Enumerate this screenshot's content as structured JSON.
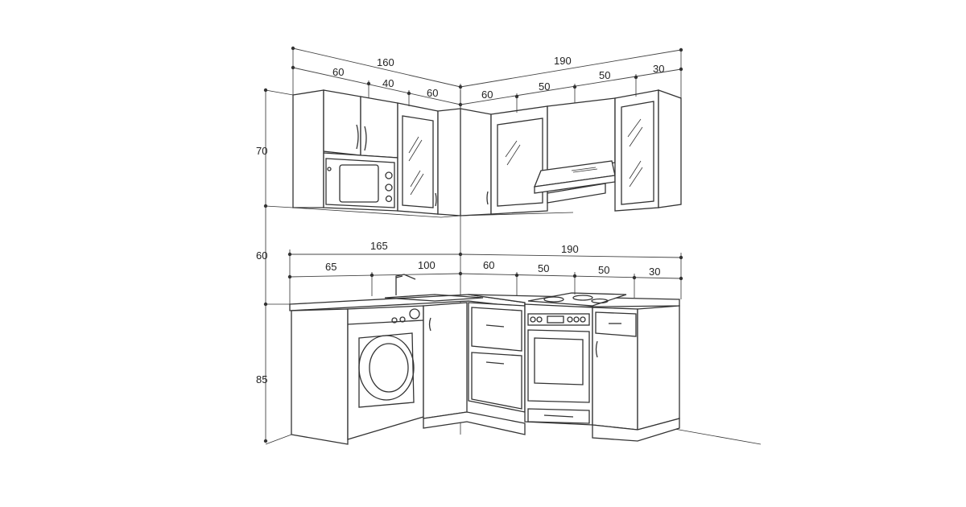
{
  "upper": {
    "left_total": "160",
    "left_parts": [
      "60",
      "40",
      "60"
    ],
    "right_total": "190",
    "right_parts": [
      "60",
      "50",
      "50",
      "30"
    ],
    "height": "70"
  },
  "gap_height": "60",
  "lower": {
    "left_total": "165",
    "left_parts": [
      "65",
      "100"
    ],
    "right_total": "190",
    "right_parts": [
      "60",
      "50",
      "50",
      "30"
    ],
    "height": "85"
  }
}
